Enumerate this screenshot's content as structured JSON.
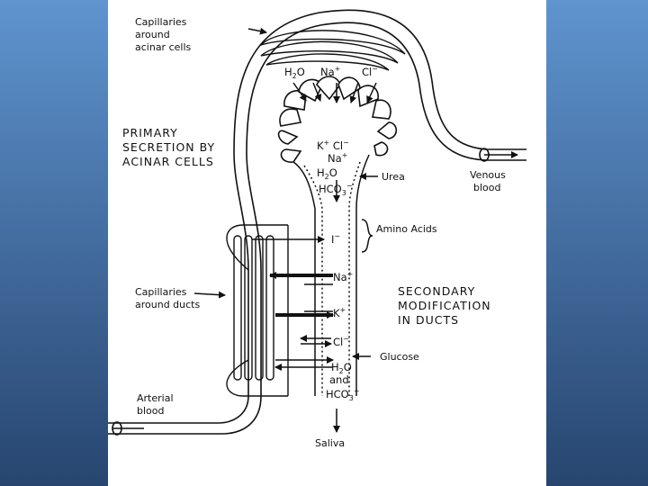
{
  "theme": {
    "panel_top": "#5f94cf",
    "panel_bottom": "#27456f",
    "ink": "#111111"
  },
  "labels": {
    "capillaries_acinar": [
      "Capillaries",
      "around",
      "acinar cells"
    ],
    "primary": [
      "PRIMARY",
      "SECRETION BY",
      "ACINAR CELLS"
    ],
    "venous": [
      "Venous",
      "blood"
    ],
    "urea": "Urea",
    "amino": "Amino Acids",
    "capillaries_ducts": [
      "Capillaries",
      "around ducts"
    ],
    "secondary": [
      "SECONDARY",
      "MODIFICATION",
      "IN DUCTS"
    ],
    "glucose": "Glucose",
    "arterial": [
      "Arterial",
      "blood"
    ],
    "saliva": "Saliva"
  },
  "ions": {
    "top": {
      "h2o": "H",
      "h2o_sub": "2",
      "h2o_rest": "O",
      "na": "Na",
      "na_sup": "+",
      "cl": "Cl",
      "cl_sup": "−"
    },
    "lumen": {
      "kcl": "K",
      "kcl_sup": "+",
      "cl": "Cl",
      "cl_sup": "−",
      "na": "Na",
      "na_sup": "+",
      "h2o": "H",
      "h2o_sub": "2",
      "h2o_rest": "O",
      "hco3": "HCO",
      "hco3_sub": "3",
      "hco3_sup": "−"
    },
    "duct": {
      "iodide": "I",
      "iodide_sup": "−",
      "na": "Na",
      "na_sup": "+",
      "k": "K",
      "k_sup": "+",
      "cl": "Cl",
      "cl_sup": "−",
      "h2o": "H",
      "h2o_sub": "2",
      "h2o_rest": "O",
      "and": "and",
      "hco3": "HCO",
      "hco3_sub": "3",
      "hco3_sup": "−"
    }
  }
}
